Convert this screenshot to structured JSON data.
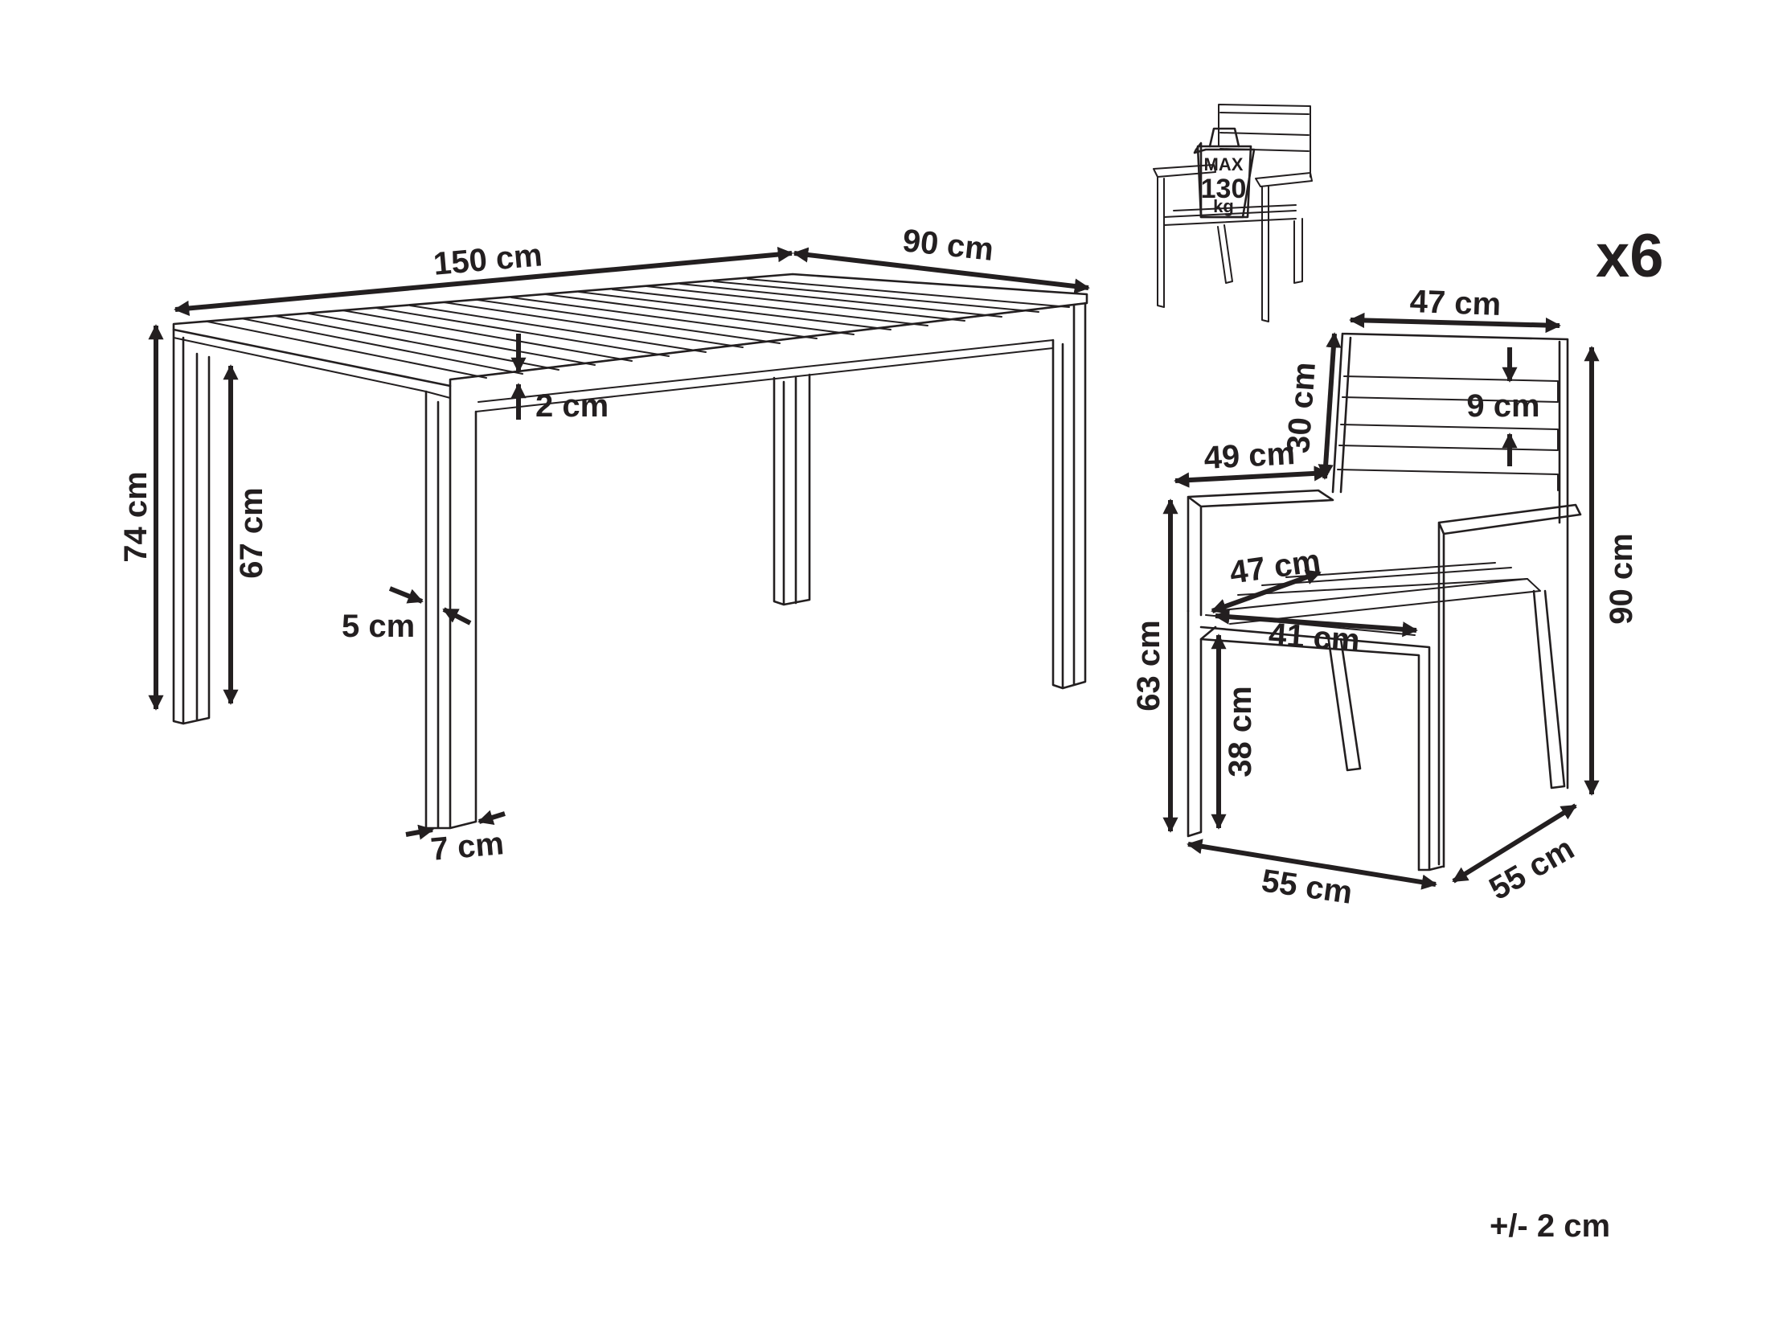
{
  "table": {
    "length": "150 cm",
    "width": "90 cm",
    "height": "74 cm",
    "clearance": "67 cm",
    "top_thickness": "2 cm",
    "leg_inner": "5 cm",
    "leg_outer": "7 cm"
  },
  "chair": {
    "quantity": "x6",
    "backrest_width": "47 cm",
    "backrest_height": "30 cm",
    "slat_height": "9 cm",
    "armrest_width": "49 cm",
    "seat_depth": "47 cm",
    "seat_width": "41 cm",
    "armrest_height": "63 cm",
    "seat_height": "38 cm",
    "total_height": "90 cm",
    "base_width": "55 cm",
    "base_depth": "55 cm"
  },
  "max_load": {
    "line1": "MAX",
    "line2": "130",
    "line3": "kg"
  },
  "tolerance": "+/- 2 cm",
  "colors": {
    "ink": "#231f20",
    "background": "#ffffff"
  }
}
